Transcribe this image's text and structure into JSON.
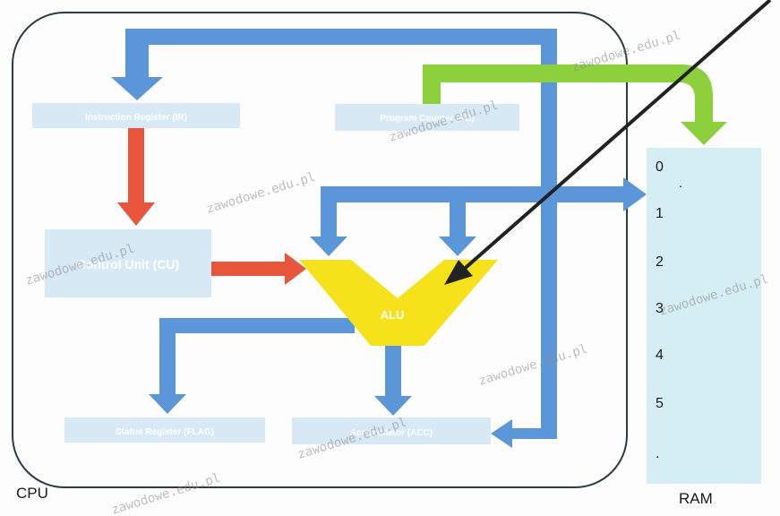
{
  "cpu": {
    "label": "CPU",
    "ir_label": "Instruction Register (IR)",
    "pc_label": "Program Counter (PC)",
    "cu_label": "Control Unit (CU)",
    "alu_label": "ALU",
    "flag_label": "Status Register (FLAG)",
    "acc_label": "Accumulator (ACC)"
  },
  "ram": {
    "label": "RAM",
    "cells": [
      "0",
      ".",
      "1",
      "2",
      "3",
      "4",
      "5",
      "."
    ]
  },
  "colors": {
    "blue_arrow": "#5b97d8",
    "red_arrow": "#e8553a",
    "green_arrow": "#8cd03c",
    "box_fill": "#d6e9f4",
    "alu_fill": "#f5e21a",
    "ram_fill": "#d4eef3"
  },
  "watermark": "zawodowe.edu.pl"
}
